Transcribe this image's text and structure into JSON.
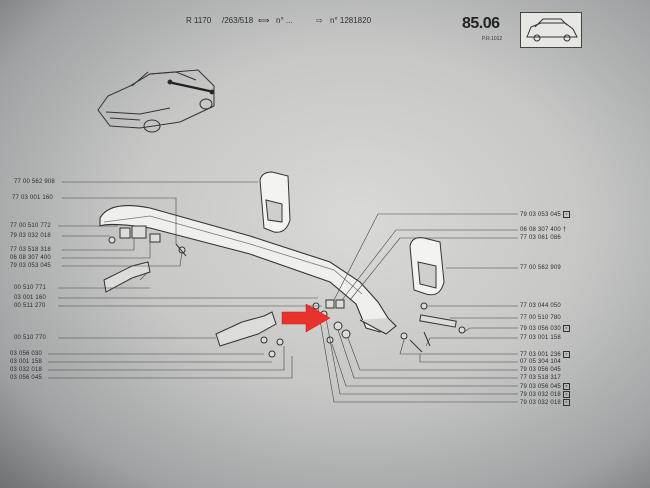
{
  "header": {
    "ref": "R 1170",
    "variant": "/263/518",
    "range_from": "n° ...",
    "range_to": "n° 1281820",
    "page_number": "85.06",
    "page_ref": "P.R.1012"
  },
  "labels_left": [
    {
      "text": "77 00 562 908"
    },
    {
      "text": "77 03 001 160"
    },
    {
      "text": "77 00 510 772"
    },
    {
      "text": "79 03 032 018"
    },
    {
      "text": "77 03 518 318"
    },
    {
      "text": "06 08 307 400"
    },
    {
      "text": "79 03 053 045"
    },
    {
      "text": "00 510 771"
    },
    {
      "text": "03 001 160"
    },
    {
      "text": "00 511 270"
    },
    {
      "text": "00 510 770"
    },
    {
      "text": "03 056 030"
    },
    {
      "text": "03 001 158"
    },
    {
      "text": "03 032 018"
    },
    {
      "text": "03 056 045"
    }
  ],
  "labels_right": [
    {
      "text": "79 03 053 045",
      "box": "x"
    },
    {
      "text": "06 08 307 400 †"
    },
    {
      "text": "77 03 061 086"
    },
    {
      "text": "77 00 562 909"
    },
    {
      "text": "77 03 044 050"
    },
    {
      "text": "77 00 510 780"
    },
    {
      "text": "79 03 056 030",
      "box": "x"
    },
    {
      "text": "77 03 001 158"
    },
    {
      "text": "77 03 001 236",
      "box": "x"
    },
    {
      "text": "07 05 304 104"
    },
    {
      "text": "79 03 056 045"
    },
    {
      "text": "77 03 518 317"
    },
    {
      "text": "79 03 056 045",
      "box": "x"
    },
    {
      "text": "79 03 032 018",
      "box": "x"
    },
    {
      "text": "79 03 032 018",
      "box": "x"
    }
  ]
}
